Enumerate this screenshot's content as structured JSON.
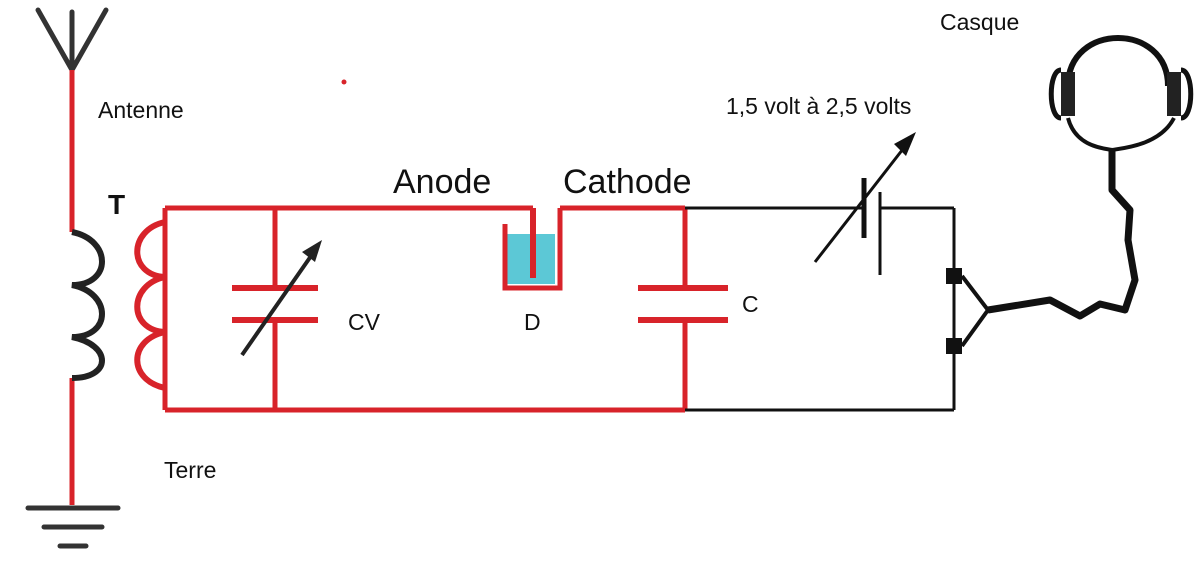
{
  "labels": {
    "antenna": "Antenne",
    "transformer": "T",
    "ground": "Terre",
    "variable_capacitor": "CV",
    "anode": "Anode",
    "cathode": "Cathode",
    "diode": "D",
    "capacitor": "C",
    "voltage": "1,5 volt à 2,5 volts",
    "headphones": "Casque"
  },
  "colors": {
    "tuned_circuit": "#d8232a",
    "bias_circuit": "#111111",
    "diode_liquid": "#5cc8d6",
    "background": "#ffffff"
  }
}
